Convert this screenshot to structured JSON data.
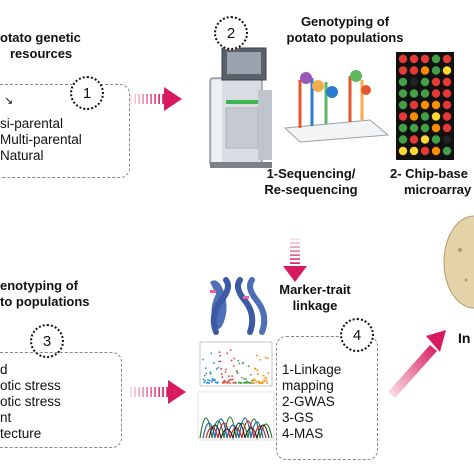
{
  "step1": {
    "title_lines": [
      "otato genetic",
      "resources"
    ],
    "number": "1",
    "items": [
      "si-parental",
      "Multi-parental",
      "Natural"
    ]
  },
  "step2": {
    "title_lines": [
      "Genotyping of",
      "potato populations"
    ],
    "number": "2",
    "methods": {
      "sequencing_lines": [
        "1-Sequencing/",
        "Re-sequencing"
      ],
      "chip_lines": [
        "2- Chip-base",
        "microarray"
      ]
    }
  },
  "step3": {
    "title_lines": [
      "enotyping of",
      "to populations"
    ],
    "number": "3",
    "items": [
      "d",
      "otic stress",
      "otic stress",
      "nt",
      "tecture"
    ]
  },
  "step4": {
    "title_lines": [
      "Marker-trait",
      "linkage"
    ],
    "number": "4",
    "items": [
      "1-Linkage",
      "mapping",
      "2-GWAS",
      "3-GS",
      "4-MAS"
    ]
  },
  "right_edge_label": "In",
  "colors": {
    "arrow": "#d81b60",
    "dash_border": "#888888",
    "text": "#111111"
  },
  "icons": [
    "sequencer-icon",
    "dna-probe-icon",
    "microarray-icon",
    "chromosome-icon",
    "manhattan-plot-icon",
    "chromatogram-icon",
    "potato-icon"
  ]
}
